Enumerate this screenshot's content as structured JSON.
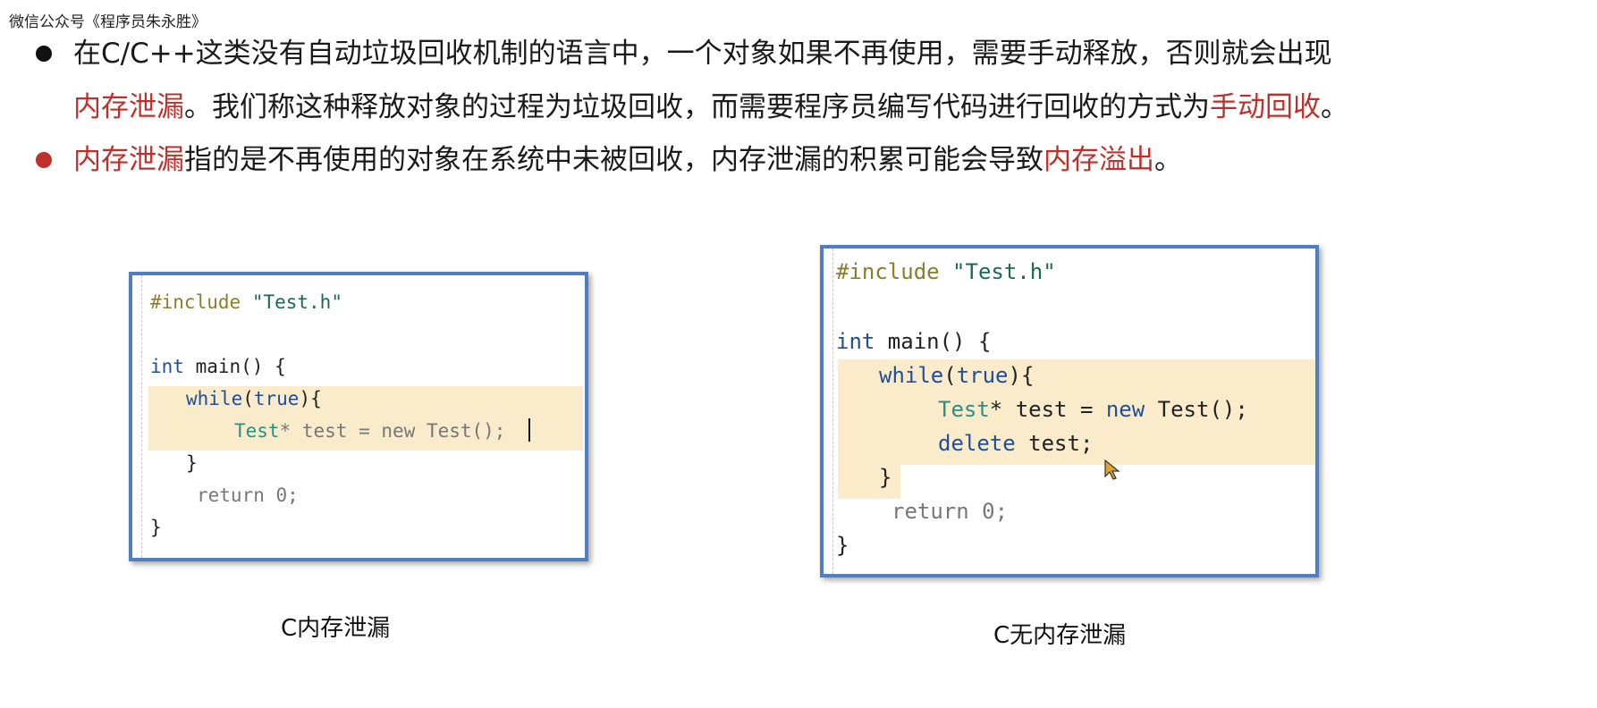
{
  "watermark": "微信公众号《程序员朱永胜》",
  "bullets": [
    {
      "line1": "在C/C++这类没有自动垃圾回收机制的语言中，一个对象如果不再使用，需要手动释放，否则就会出现",
      "line2_red1": "内存泄漏",
      "line2_mid": "。我们称这种释放对象的过程为垃圾回收，而需要程序员编写代码进行回收的方式为",
      "line2_red2": "手动回收",
      "line2_end": "。"
    },
    {
      "red1": "内存泄漏",
      "mid": "指的是不再使用的对象在系统中未被回收，内存泄漏的积累可能会导致",
      "red2": "内存溢出",
      "end": "。"
    }
  ],
  "code_left": {
    "include_kw": "#include",
    "include_str": "\"Test.h\"",
    "int_kw": "int",
    "main_sig": " main() {",
    "while_kw": "while",
    "while_open": "(",
    "true_kw": "true",
    "while_close": "){",
    "test_type": "Test",
    "test_rest": "* test = new Test();",
    "close_inner": "}",
    "return_line": "return 0;",
    "close_outer": "}"
  },
  "code_right": {
    "include_kw": "#include",
    "include_str": "\"Test.h\"",
    "int_kw": "int",
    "main_sig": " main() {",
    "while_kw": "while",
    "while_open": "(",
    "true_kw": "true",
    "while_close": "){",
    "test_type": "Test",
    "test_mid": "* test = ",
    "new_kw": "new",
    "test_end": " Test();",
    "delete_kw": "delete",
    "delete_rest": " test;",
    "close_inner": "}",
    "return_line": "return 0;",
    "close_outer": "}"
  },
  "captions": {
    "left": "C内存泄漏",
    "right": "C无内存泄漏"
  },
  "colors": {
    "accent_red": "#c0302a",
    "box_border": "#4f7fc0",
    "highlight": "#faeccb"
  }
}
